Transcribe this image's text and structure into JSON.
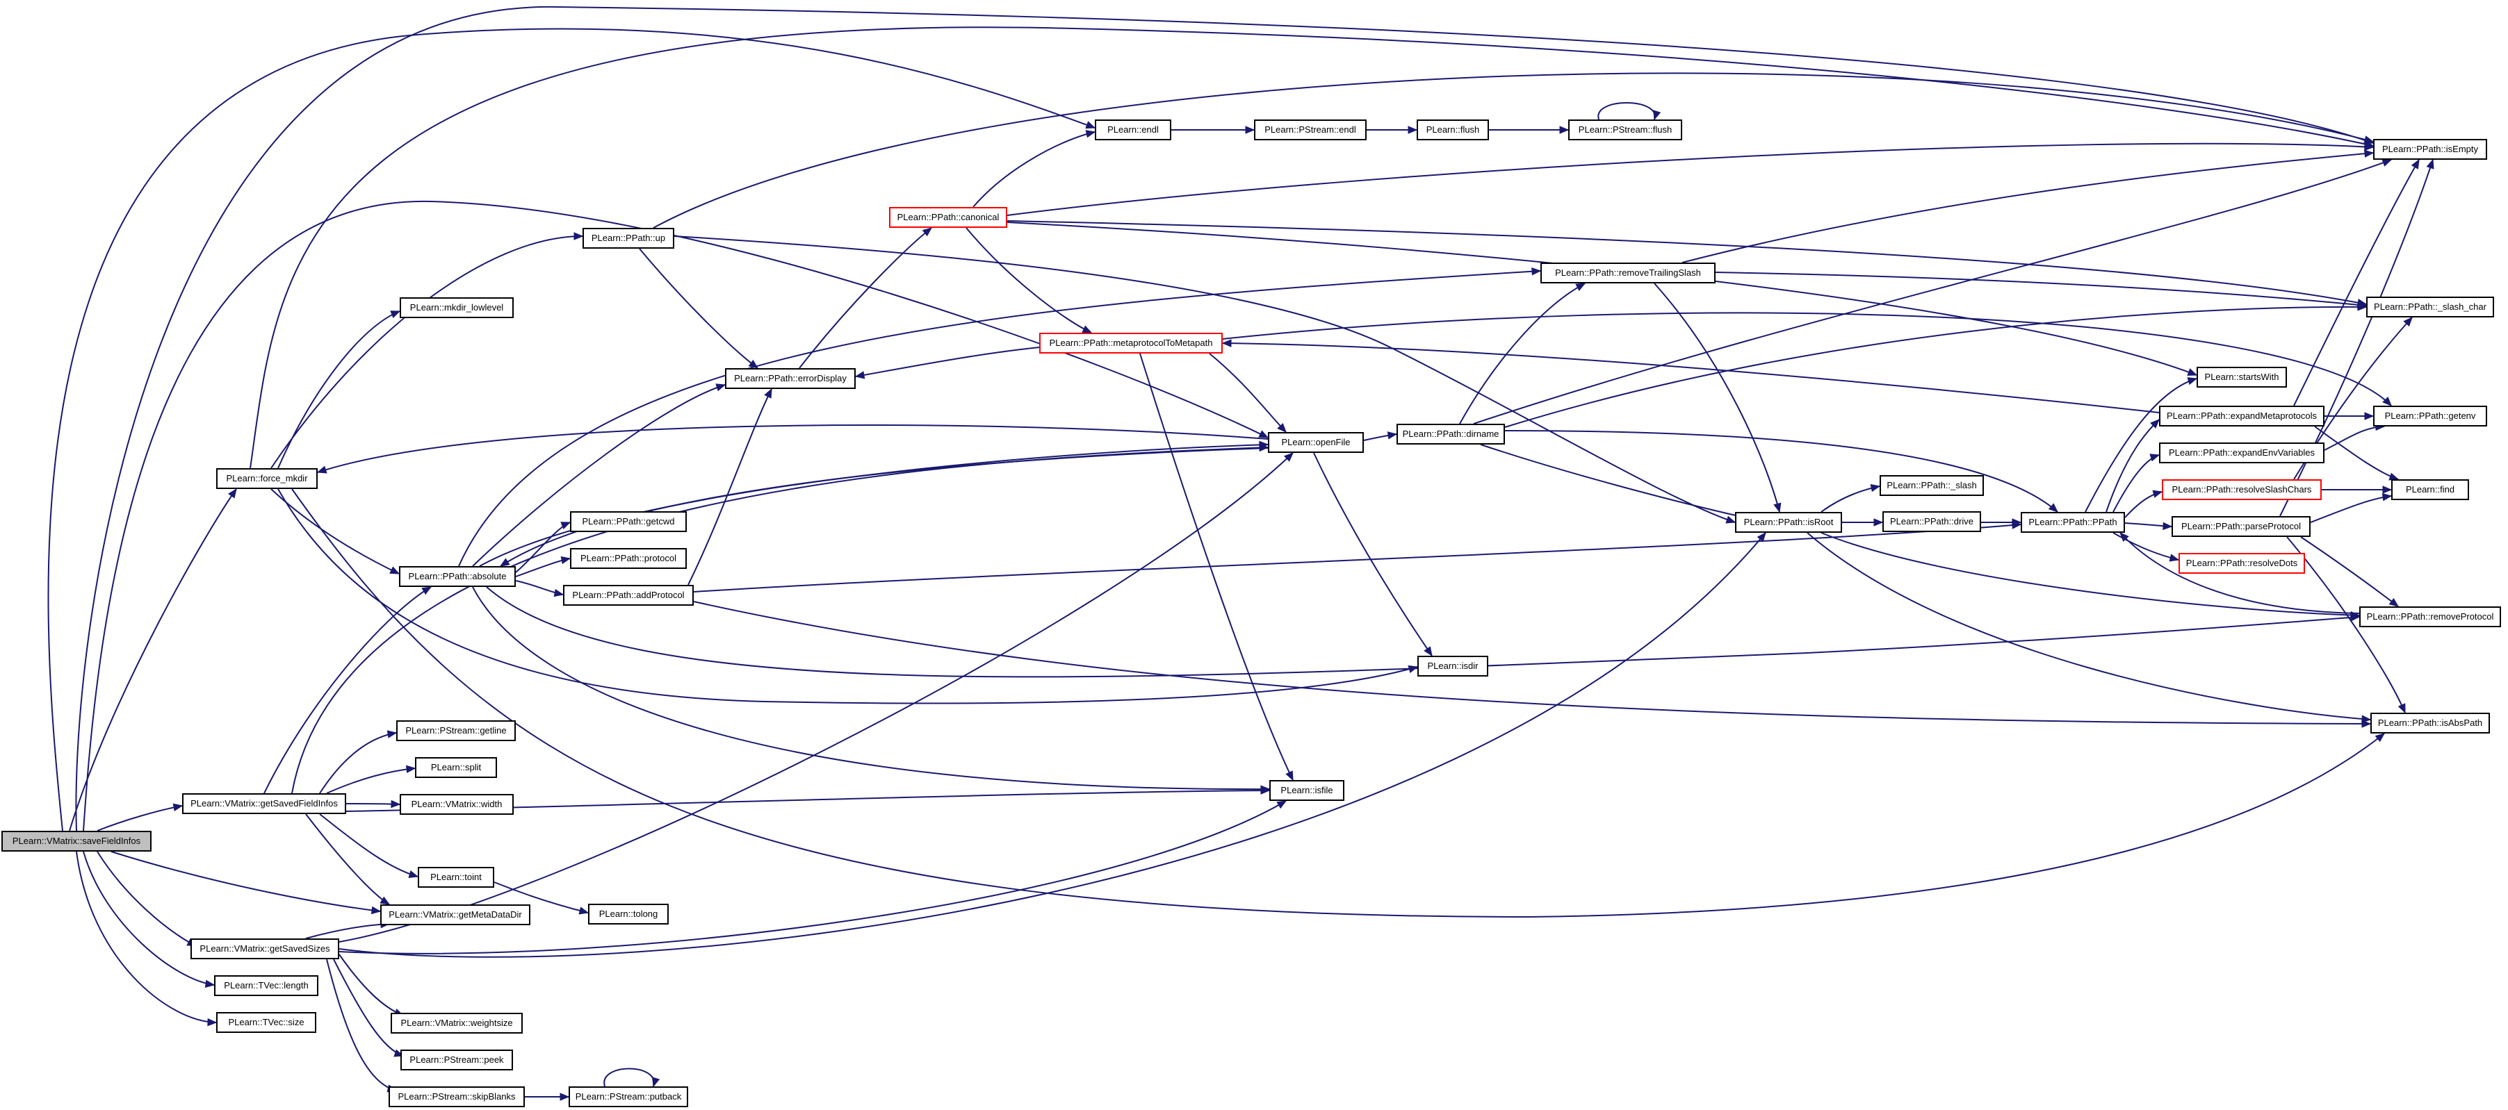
{
  "colors": {
    "edge": "#191970",
    "node_border": "#000000",
    "node_border_truncated": "#ff0000",
    "root_fill": "#bfbfbf",
    "background": "#ffffff"
  },
  "nodes": {
    "savefieldinfos": "PLearn::VMatrix::saveFieldInfos",
    "getsavedfieldinfos": "PLearn::VMatrix::getSavedFieldInfos",
    "getsavedsizes": "PLearn::VMatrix::getSavedSizes",
    "tvec_length": "PLearn::TVec::length",
    "tvec_size": "PLearn::TVec::size",
    "force_mkdir": "PLearn::force_mkdir",
    "mkdir_lowlevel": "PLearn::mkdir_lowlevel",
    "ppath_up": "PLearn::PPath::up",
    "ppath_absolute": "PLearn::PPath::absolute",
    "ppath_getcwd": "PLearn::PPath::getcwd",
    "ppath_protocol": "PLearn::PPath::protocol",
    "ppath_addprotocol": "PLearn::PPath::addProtocol",
    "pstream_getline": "PLearn::PStream::getline",
    "split": "PLearn::split",
    "vmatrix_width": "PLearn::VMatrix::width",
    "toint": "PLearn::toint",
    "tolong": "PLearn::tolong",
    "getmetadatadir": "PLearn::VMatrix::getMetaDataDir",
    "weightsize": "PLearn::VMatrix::weightsize",
    "pstream_peek": "PLearn::PStream::peek",
    "skipblanks": "PLearn::PStream::skipBlanks",
    "putback": "PLearn::PStream::putback",
    "endl": "PLearn::endl",
    "pstream_endl": "PLearn::PStream::endl",
    "flush": "PLearn::flush",
    "pstream_flush": "PLearn::PStream::flush",
    "canonical": "PLearn::PPath::canonical",
    "errordisplay": "PLearn::PPath::errorDisplay",
    "metaprotocoltometapath": "PLearn::PPath::metaprotocolToMetapath",
    "openfile": "PLearn::openFile",
    "isdir": "PLearn::isdir",
    "isfile": "PLearn::isfile",
    "removetrailingslash": "PLearn::PPath::removeTrailingSlash",
    "dirname": "PLearn::PPath::dirname",
    "isroot": "PLearn::PPath::isRoot",
    "ppath_slash": "PLearn::PPath::_slash",
    "drive": "PLearn::PPath::drive",
    "ppath_ppath": "PLearn::PPath::PPath",
    "startswith": "PLearn::startsWith",
    "expandmetaprotocols": "PLearn::PPath::expandMetaprotocols",
    "expandenvvariables": "PLearn::PPath::expandEnvVariables",
    "resolveslashchars": "PLearn::PPath::resolveSlashChars",
    "parseprotocol": "PLearn::PPath::parseProtocol",
    "resolvedots": "PLearn::PPath::resolveDots",
    "isempty": "PLearn::PPath::isEmpty",
    "slash_char": "PLearn::PPath::_slash_char",
    "getenv": "PLearn::PPath::getenv",
    "find": "PLearn::find",
    "removeprotocol": "PLearn::PPath::removeProtocol",
    "isabspath": "PLearn::PPath::isAbsPath"
  }
}
